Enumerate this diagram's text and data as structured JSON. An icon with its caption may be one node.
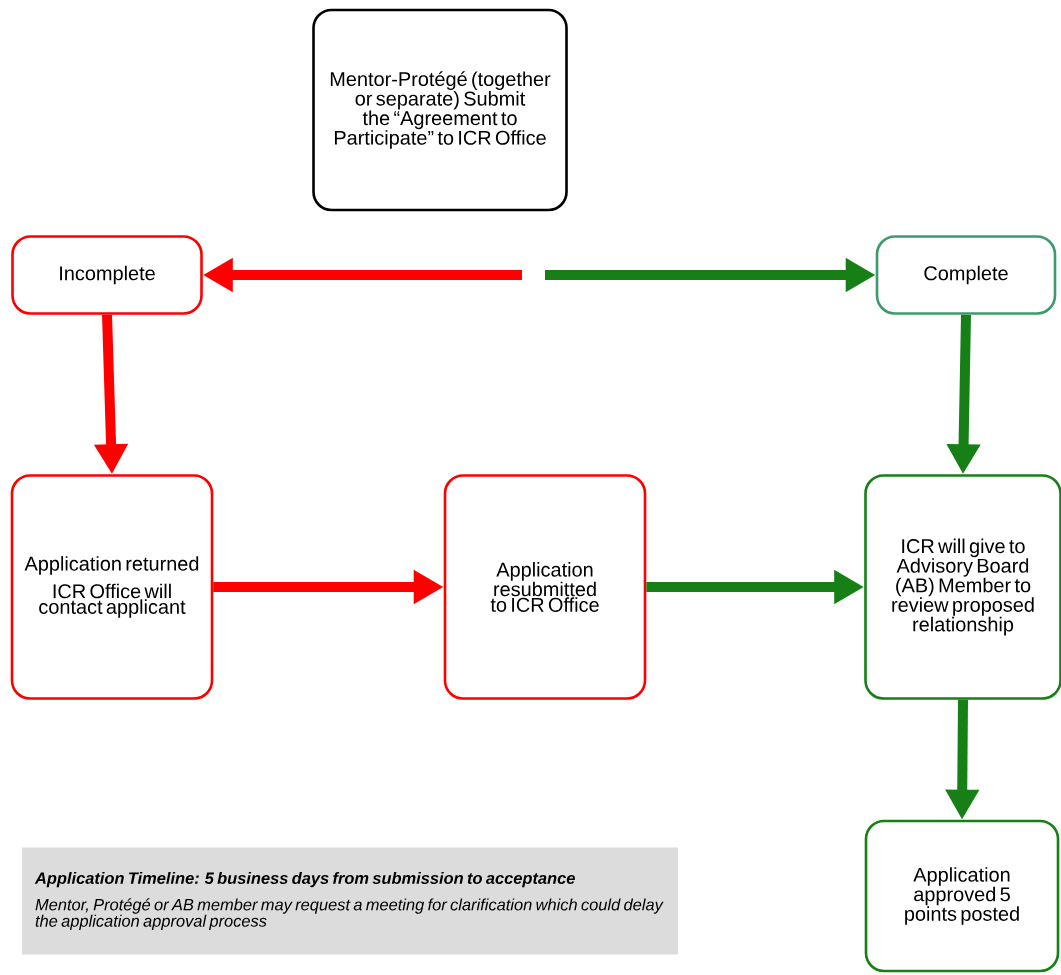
{
  "diagram": {
    "nodes": [
      {
        "text": [
          "Mentor-Protégé (together or separate) Submit the “Agreement to Participate” to ICR Office"
        ]
      },
      {
        "text": [
          "Incomplete"
        ]
      },
      {
        "text": [
          "Complete"
        ]
      },
      {
        "text": [
          "Application returned",
          "ICR Office will contact applicant"
        ]
      },
      {
        "text": [
          "Application resubmitted to ICR Office"
        ]
      },
      {
        "text": [
          "ICR will give to Advisory Board (AB) Member to review proposed relationship"
        ]
      },
      {
        "text": [
          "Application approved 5 points posted"
        ]
      },
      {
        "text": [
          "Application Timeline: 5 business days from submission to acceptance",
          "Mentor, Protégé or AB member may request a meeting for clarification which could delay the application approval process"
        ]
      }
    ],
    "edges": [
      {
        "from": null,
        "to": 1,
        "arrow": "to",
        "color": "#ff0000"
      },
      {
        "from": null,
        "to": 2,
        "arrow": "to",
        "color": "#168016"
      },
      {
        "from": 1,
        "to": 3,
        "arrow": "to",
        "color": "#ff0000"
      },
      {
        "from": 2,
        "to": 5,
        "arrow": "to",
        "color": "#168016"
      },
      {
        "from": 3,
        "to": 4,
        "arrow": "to",
        "color": "#ff0000"
      },
      {
        "from": 4,
        "to": 5,
        "arrow": "to",
        "color": "#168016"
      },
      {
        "from": 5,
        "to": 6,
        "arrow": "to",
        "color": "#168016"
      }
    ]
  }
}
